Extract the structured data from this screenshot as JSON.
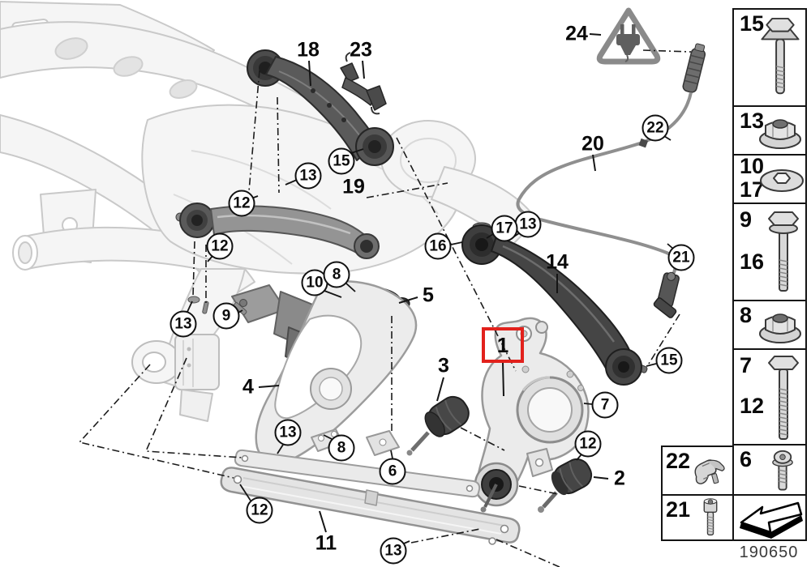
{
  "diagram": {
    "number": "190650",
    "highlight_color": "#e2211c",
    "highlighted": {
      "label": "1"
    }
  },
  "callouts": {
    "plain": [
      {
        "label": "18"
      },
      {
        "label": "23"
      },
      {
        "label": "24"
      },
      {
        "label": "20"
      },
      {
        "label": "19"
      },
      {
        "label": "14"
      },
      {
        "label": "5"
      },
      {
        "label": "3"
      },
      {
        "label": "4"
      },
      {
        "label": "2"
      },
      {
        "label": "11"
      }
    ],
    "circled": [
      {
        "label": "15"
      },
      {
        "label": "13"
      },
      {
        "label": "12"
      },
      {
        "label": "12"
      },
      {
        "label": "22"
      },
      {
        "label": "13"
      },
      {
        "label": "17"
      },
      {
        "label": "16"
      },
      {
        "label": "21"
      },
      {
        "label": "10"
      },
      {
        "label": "8"
      },
      {
        "label": "9"
      },
      {
        "label": "13"
      },
      {
        "label": "15"
      },
      {
        "label": "7"
      },
      {
        "label": "12"
      },
      {
        "label": "13"
      },
      {
        "label": "8"
      },
      {
        "label": "6"
      },
      {
        "label": "12"
      },
      {
        "label": "13"
      }
    ]
  },
  "sidebar": {
    "footer": "190650",
    "cells": [
      {
        "labels": [
          "15"
        ],
        "icon": "flange-head-bolt"
      },
      {
        "labels": [
          "13"
        ],
        "icon": "flange-nut"
      },
      {
        "labels": [
          "10",
          "17"
        ],
        "icon": "washer"
      },
      {
        "labels": [
          "9",
          "16"
        ],
        "icon": "flange-bolt-long"
      },
      {
        "labels": [
          "8"
        ],
        "icon": "flange-nut"
      },
      {
        "labels": [
          "7",
          "12"
        ],
        "icon": "hex-bolt-long"
      },
      {
        "labels": [
          "6"
        ],
        "icon": "torx-screw"
      },
      {
        "labels": [],
        "icon": "direction-arrow"
      },
      {
        "labels": [
          "22"
        ],
        "icon": "spring-clip"
      },
      {
        "labels": [
          "21"
        ],
        "icon": "socket-head-screw"
      }
    ]
  }
}
